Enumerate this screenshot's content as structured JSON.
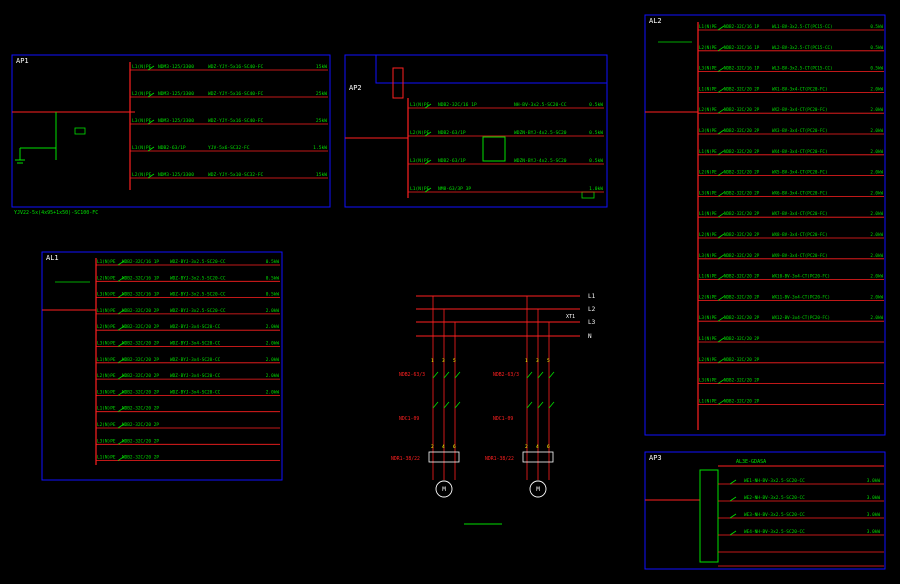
{
  "colors": {
    "background": "#000000",
    "frame": "#1010ff",
    "busbar": "#ff2020",
    "wire": "#00e000",
    "text": "#00e000",
    "label": "#ffffff",
    "accent": "#ffff00"
  },
  "panel_tags": [
    "AL1",
    "AP1",
    "AL2",
    "AP2",
    "AP3"
  ],
  "panel_ap1": {
    "branches": [
      {
        "circuit": "L1(N)PE",
        "breaker": "NDM3-125/3300",
        "cable": "WDZ-YJY-5x16-SC40-FC",
        "load": "15kW"
      },
      {
        "circuit": "L2(N)PE",
        "breaker": "NDM3-125/3300",
        "cable": "WDZ-YJY-5x16-SC40-FC",
        "load": "25kW"
      },
      {
        "circuit": "L3(N)PE",
        "breaker": "NDM3-125/3300",
        "cable": "WDZ-YJY-5x16-SC40-FC",
        "load": "25kW"
      },
      {
        "circuit": "L1(N)PE",
        "breaker": "NDB2-63/1P",
        "cable": "YJV-5x6-SC32-FC",
        "load": "1.5kW"
      },
      {
        "circuit": "L2(N)PE",
        "breaker": "NDM3-125/3300",
        "cable": "WDZ-YJY-5x10-SC32-FC",
        "load": "15kW"
      }
    ],
    "footnote": "YJV22-5x(4x95+1x50)-SC100-FC"
  },
  "panel_ap2": {
    "branches": [
      {
        "circuit": "L1(N)PE",
        "breaker": "NDB2-32C/16 1P",
        "cable": "NH-BV-3x2.5-SC20-CC",
        "load": "0.5kW"
      },
      {
        "circuit": "L2(N)PE",
        "breaker": "NDB2-63/1P",
        "cable": "WDZN-BYJ-4x2.5-SC20",
        "load": "0.5kW"
      },
      {
        "circuit": "L3(N)PE",
        "breaker": "NDB2-63/1P",
        "cable": "WDZN-BYJ-4x2.5-SC20",
        "load": "0.5kW"
      },
      {
        "circuit": "L1(N)PE",
        "breaker": "NM8-63/3P 3P",
        "cable": "",
        "load": "1.0kW"
      }
    ]
  },
  "panel_al1": {
    "branches": [
      {
        "circuit": "L1(N)PE",
        "breaker": "NDB2-32C/16 1P",
        "cable": "WDZ-BYJ-3x2.5-SC20-CC",
        "load": "0.5kW"
      },
      {
        "circuit": "L2(N)PE",
        "breaker": "NDB2-32C/16 1P",
        "cable": "WDZ-BYJ-3x2.5-SC20-CC",
        "load": "0.5kW"
      },
      {
        "circuit": "L3(N)PE",
        "breaker": "NDB2-32C/16 1P",
        "cable": "WDZ-BYJ-3x2.5-SC20-CC",
        "load": "0.5kW"
      },
      {
        "circuit": "L1(N)PE",
        "breaker": "NDB2-32C/20 2P",
        "cable": "WDZ-BYJ-3x2.5-SC20-CC",
        "load": "2.0kW"
      },
      {
        "circuit": "L2(N)PE",
        "breaker": "NDB2-32C/20 2P",
        "cable": "WDZ-BYJ-3x4-SC20-CC",
        "load": "2.0kW"
      },
      {
        "circuit": "L3(N)PE",
        "breaker": "NDB2-32C/20 2P",
        "cable": "WDZ-BYJ-3x4-SC20-CC",
        "load": "2.0kW"
      },
      {
        "circuit": "L1(N)PE",
        "breaker": "NDB2-32C/20 2P",
        "cable": "WDZ-BYJ-3x4-SC20-CC",
        "load": "2.0kW"
      },
      {
        "circuit": "L2(N)PE",
        "breaker": "NDB2-32C/20 2P",
        "cable": "WDZ-BYJ-3x4-SC20-CC",
        "load": "2.0kW"
      },
      {
        "circuit": "L3(N)PE",
        "breaker": "NDB2-32C/20 2P",
        "cable": "WDZ-BYJ-3x4-SC20-CC",
        "load": "2.0kW"
      },
      {
        "circuit": "L1(N)PE",
        "breaker": "NDB2-32C/20 2P",
        "cable": "",
        "load": ""
      },
      {
        "circuit": "L2(N)PE",
        "breaker": "NDB2-32C/20 2P",
        "cable": "",
        "load": ""
      },
      {
        "circuit": "L3(N)PE",
        "breaker": "NDB2-32C/20 2P",
        "cable": "",
        "load": ""
      },
      {
        "circuit": "L1(N)PE",
        "breaker": "NDB2-32C/20 2P",
        "cable": "",
        "load": ""
      }
    ]
  },
  "panel_al2": {
    "branches": [
      {
        "circuit": "L1(N)PE",
        "breaker": "NDB2-32C/16 1P",
        "cable": "WL1-BV-3x2.5-CT(PC15-CC)",
        "load": "0.5kW"
      },
      {
        "circuit": "L2(N)PE",
        "breaker": "NDB2-32C/16 1P",
        "cable": "WL2-BV-3x2.5-CT(PC15-CC)",
        "load": "0.5kW"
      },
      {
        "circuit": "L3(N)PE",
        "breaker": "NDB2-32C/16 1P",
        "cable": "WL3-BV-3x2.5-CT(PC15-CC)",
        "load": "0.5kW"
      },
      {
        "circuit": "L1(N)PE",
        "breaker": "NDB2-32C/20 2P",
        "cable": "WX1-BV-3x4-CT(PC20-FC)",
        "load": "2.0kW"
      },
      {
        "circuit": "L2(N)PE",
        "breaker": "NDB2-32C/20 2P",
        "cable": "WX2-BV-3x4-CT(PC20-FC)",
        "load": "2.0kW"
      },
      {
        "circuit": "L3(N)PE",
        "breaker": "NDB2-32C/20 2P",
        "cable": "WX3-BV-3x4-CT(PC20-FC)",
        "load": "2.0kW"
      },
      {
        "circuit": "L1(N)PE",
        "breaker": "NDB2-32C/20 2P",
        "cable": "WX4-BV-3x4-CT(PC20-FC)",
        "load": "2.0kW"
      },
      {
        "circuit": "L2(N)PE",
        "breaker": "NDB2-32C/20 2P",
        "cable": "WX5-BV-3x4-CT(PC20-FC)",
        "load": "2.0kW"
      },
      {
        "circuit": "L3(N)PE",
        "breaker": "NDB2-32C/20 2P",
        "cable": "WX6-BV-3x4-CT(PC20-FC)",
        "load": "2.0kW"
      },
      {
        "circuit": "L1(N)PE",
        "breaker": "NDB2-32C/20 2P",
        "cable": "WX7-BV-3x4-CT(PC20-FC)",
        "load": "2.0kW"
      },
      {
        "circuit": "L2(N)PE",
        "breaker": "NDB2-32C/20 2P",
        "cable": "WX8-BV-3x4-CT(PC20-FC)",
        "load": "2.0kW"
      },
      {
        "circuit": "L3(N)PE",
        "breaker": "NDB2-32C/20 2P",
        "cable": "WX9-BV-3x4-CT(PC20-FC)",
        "load": "2.0kW"
      },
      {
        "circuit": "L1(N)PE",
        "breaker": "NDB2-32C/20 2P",
        "cable": "WX10-BV-3x4-CT(PC20-FC)",
        "load": "2.0kW"
      },
      {
        "circuit": "L2(N)PE",
        "breaker": "NDB2-32C/20 2P",
        "cable": "WX11-BV-3x4-CT(PC20-FC)",
        "load": "2.0kW"
      },
      {
        "circuit": "L3(N)PE",
        "breaker": "NDB2-32C/20 2P",
        "cable": "WX12-BV-3x4-CT(PC20-FC)",
        "load": "2.0kW"
      },
      {
        "circuit": "L1(N)PE",
        "breaker": "NDB2-32C/20 2P",
        "cable": "",
        "load": ""
      },
      {
        "circuit": "L2(N)PE",
        "breaker": "NDB2-32C/20 2P",
        "cable": "",
        "load": ""
      },
      {
        "circuit": "L3(N)PE",
        "breaker": "NDB2-32C/20 2P",
        "cable": "",
        "load": ""
      },
      {
        "circuit": "L1(N)PE",
        "breaker": "NDB2-32C/20 2P",
        "cable": "",
        "load": ""
      }
    ]
  },
  "panel_ap3": {
    "title": "AL3E-GDASA",
    "branches": [
      {
        "cable": "WE1-NH-BV-3x2.5-SC20-CC",
        "load": "3.0kW"
      },
      {
        "cable": "WE2-NH-BV-3x2.5-SC20-CC",
        "load": "3.0kW"
      },
      {
        "cable": "WE3-NH-BV-3x2.5-SC20-CC",
        "load": "3.0kW"
      },
      {
        "cable": "WE4-NH-BV-3x2.5-SC20-CC",
        "load": "3.0kW"
      }
    ]
  },
  "motor_diagram": {
    "phases": [
      "L1",
      "L2",
      "L3",
      "N"
    ],
    "terminal": "XT1",
    "left": {
      "breaker": "NDB2-63/3",
      "contactor": "NDC1-09",
      "relay": "NDR1-38/22",
      "motor": "M"
    },
    "right": {
      "breaker": "NDB2-63/3",
      "contactor": "NDC1-09",
      "relay": "NDR1-38/22",
      "motor": "M"
    },
    "pole_numbers": [
      "1",
      "3",
      "5",
      "2",
      "4",
      "6"
    ]
  }
}
